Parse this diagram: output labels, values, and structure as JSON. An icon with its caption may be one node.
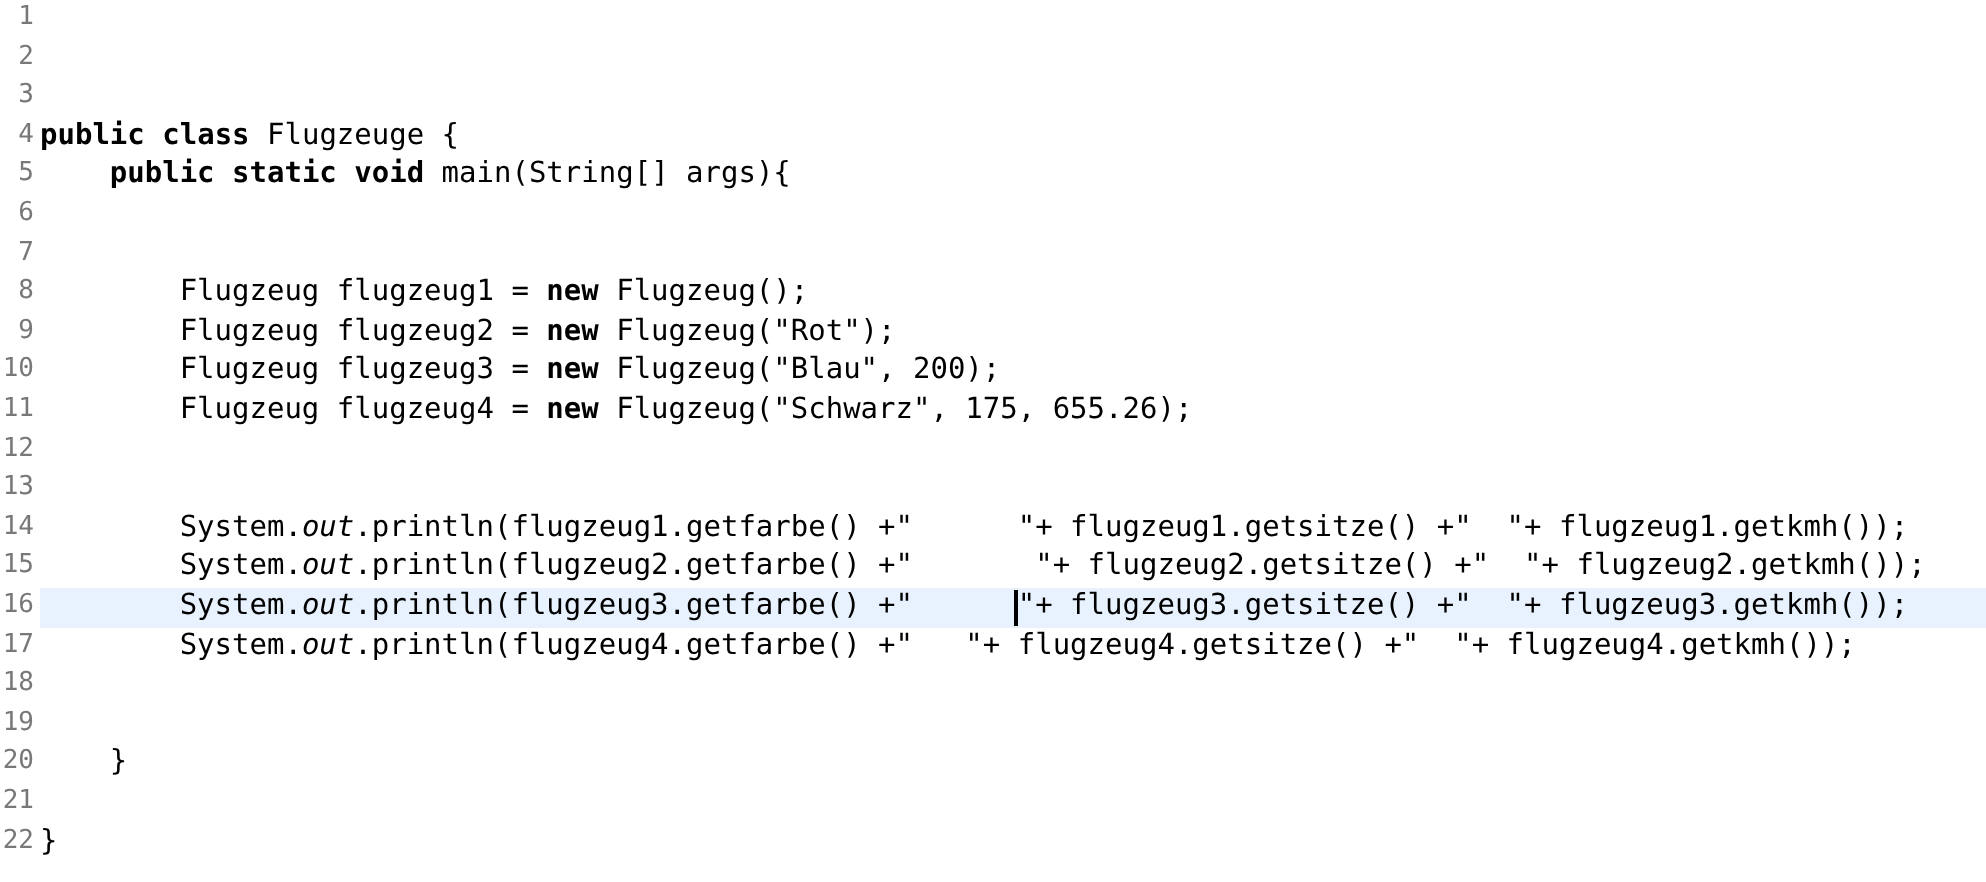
{
  "diagram": {
    "labels": [
      "1",
      "2",
      "3",
      "4",
      "**public** **class** Flugzeuge {",
      "5",
      "**public** **static** **void** main(String[] args){",
      "6",
      "7",
      "8",
      "Flugzeug flugzeug1 = **new** Flugzeug();",
      "9",
      "Flugzeug flugzeug2 = **new** Flugzeug(\"Rot\");",
      "10",
      "Flugzeug flugzeug3 = **new** Flugzeug(\"Blau\", 200);",
      "11",
      "Flugzeug flugzeug4 = **new** Flugzeug(\"Schwarz\", 175, 655.26);",
      "12",
      "13",
      "14",
      "System.*out*.println(flugzeug1.getfarbe() +\"      \"+ flugzeug1.getsitze() +\"  \"+ flugzeug1.getkmh());",
      "15",
      "System.*out*.println(flugzeug2.getfarbe() +\"       \"+ flugzeug2.getsitze() +\"  \"+ flugzeug2.getkmh());",
      "16",
      "System.*out*.println(flugzeug3.getfarbe() +\"      \"+ flugzeug3.getsitze() +\"  \"+ flugzeug3.getkmh());",
      "17",
      "System.*out*.println(flugzeug4.getfarbe() +\"   \"+ flugzeug4.getsitze() +\"  \"+ flugzeug4.getkmh());",
      "18",
      "19",
      "20",
      "}",
      "21",
      "22",
      "}"
    ]
  }
}
